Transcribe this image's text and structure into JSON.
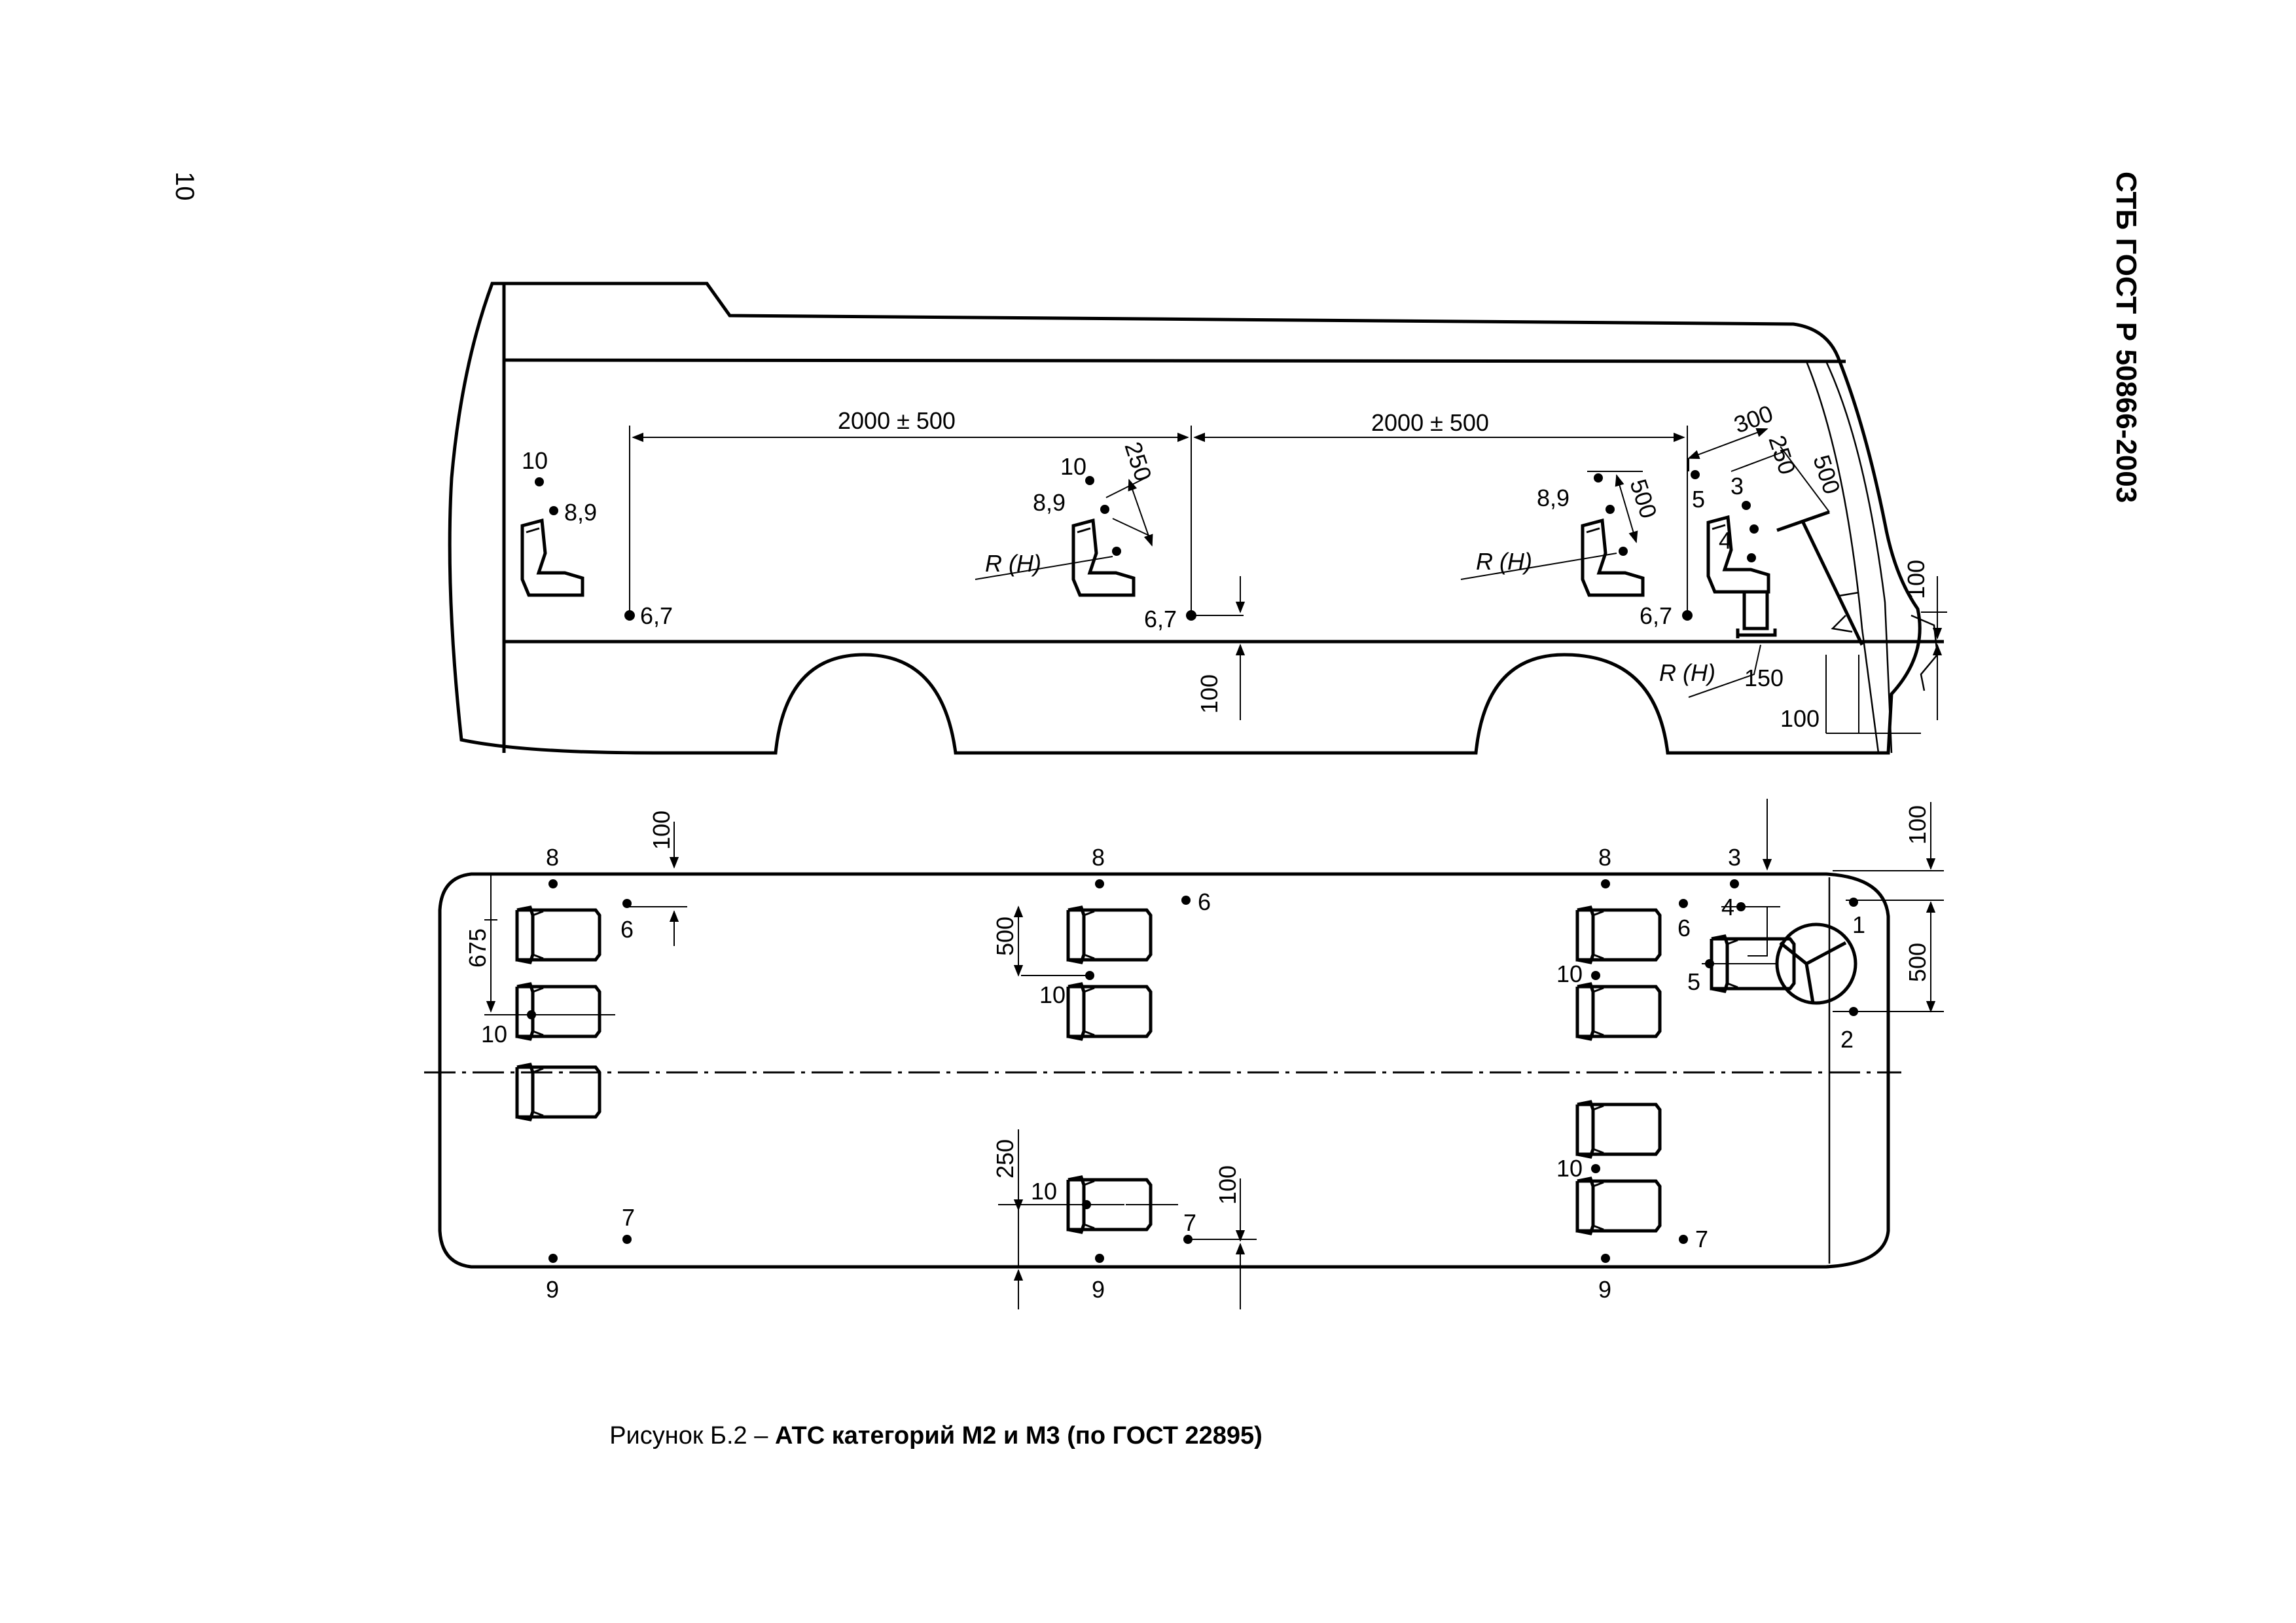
{
  "header": {
    "document_id": "СТБ ГОСТ Р 50866-2003",
    "page_number": "10"
  },
  "caption": {
    "prefix": "Рисунок Б.2 – ",
    "title": "АТС категорий М2 и М3 (по ГОСТ 22895)"
  },
  "side_view": {
    "spacing": "2000 ± 500",
    "labels": {
      "p10": "10",
      "p89": "8,9",
      "p67": "6,7",
      "p3": "3",
      "p4": "4",
      "p5": "5",
      "rh": "R (H)",
      "d250": "250",
      "d300": "300",
      "d500": "500",
      "d150": "150",
      "d100": "100"
    }
  },
  "plan_view": {
    "labels": {
      "p1": "1",
      "p2": "2",
      "p3": "3",
      "p4": "4",
      "p5": "5",
      "p6": "6",
      "p7": "7",
      "p8": "8",
      "p9": "9",
      "p10": "10",
      "d675": "675",
      "d500": "500",
      "d250": "250",
      "d100": "100"
    }
  }
}
